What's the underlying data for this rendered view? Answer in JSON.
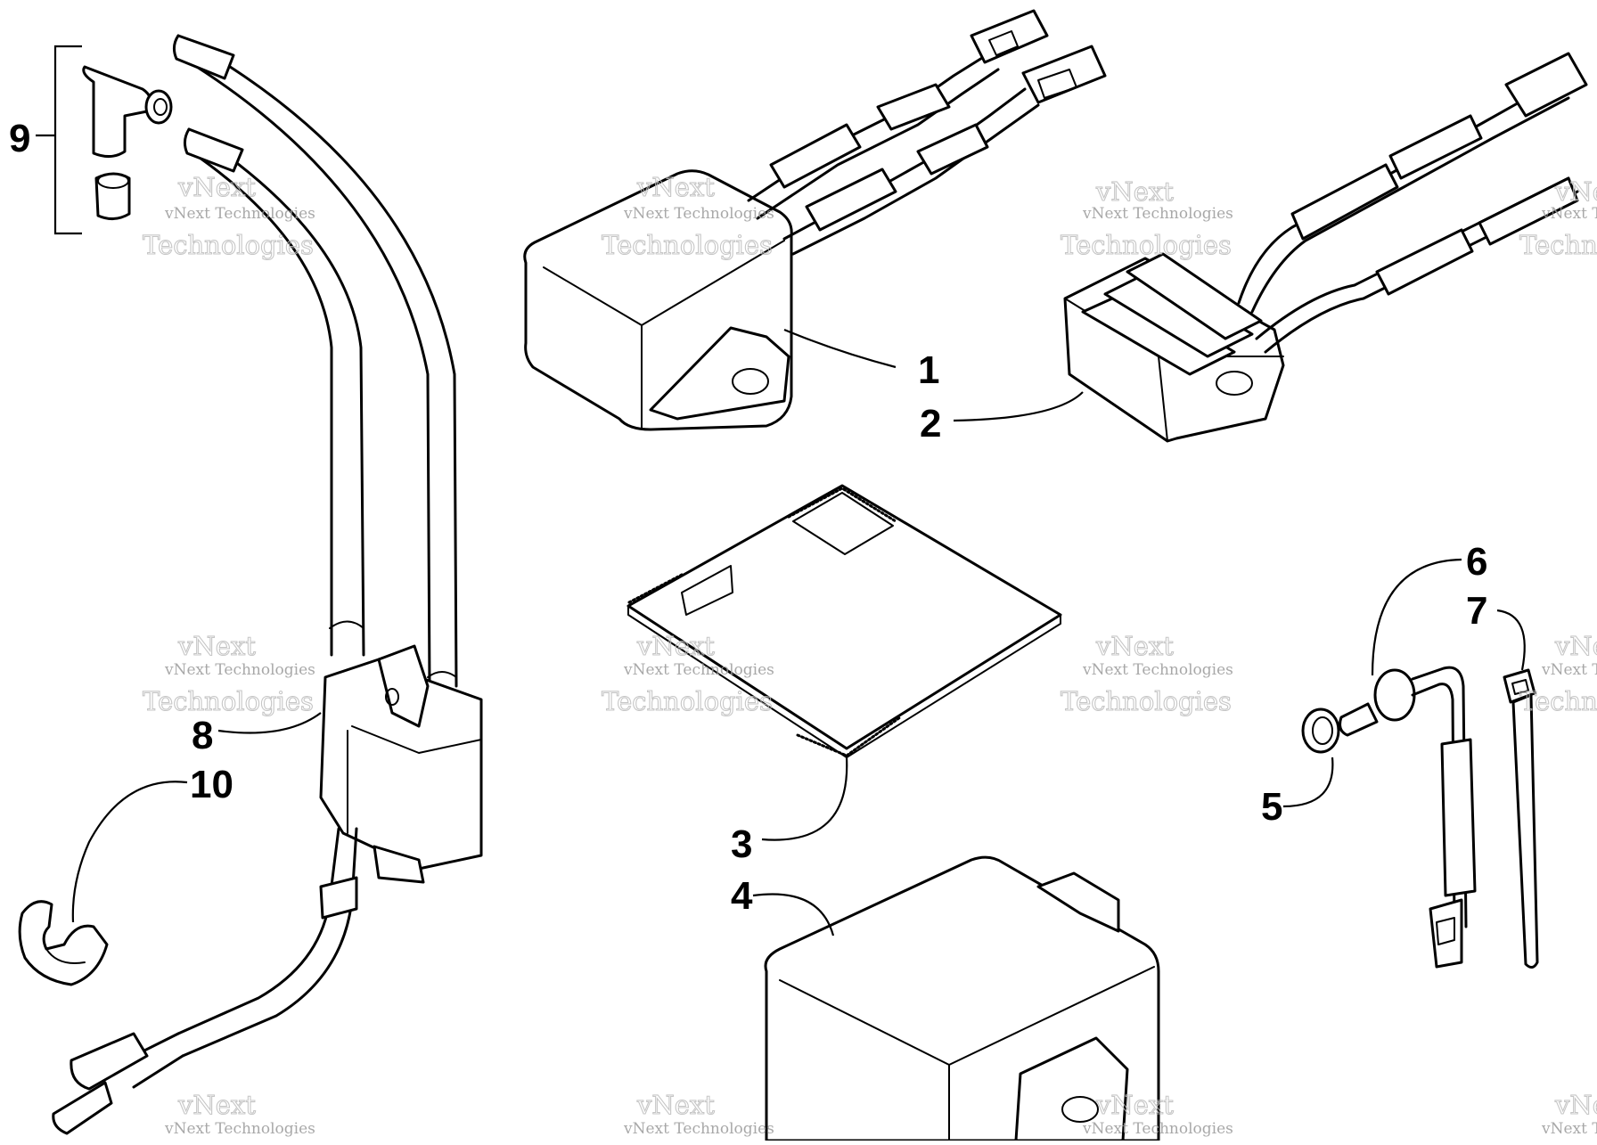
{
  "diagram": {
    "callouts": [
      {
        "id": "1",
        "text": "1"
      },
      {
        "id": "2",
        "text": "2"
      },
      {
        "id": "3",
        "text": "3"
      },
      {
        "id": "4",
        "text": "4"
      },
      {
        "id": "5",
        "text": "5"
      },
      {
        "id": "6",
        "text": "6"
      },
      {
        "id": "7",
        "text": "7"
      },
      {
        "id": "8",
        "text": "8"
      },
      {
        "id": "9",
        "text": "9"
      },
      {
        "id": "10",
        "text": "10"
      }
    ],
    "watermark": {
      "line1": "vNext Technologies",
      "line2": "Technologies",
      "line3": "vNext"
    },
    "colors": {
      "ink": "#000000",
      "paper": "#ffffff",
      "watermark": "#9a9a9a"
    }
  }
}
